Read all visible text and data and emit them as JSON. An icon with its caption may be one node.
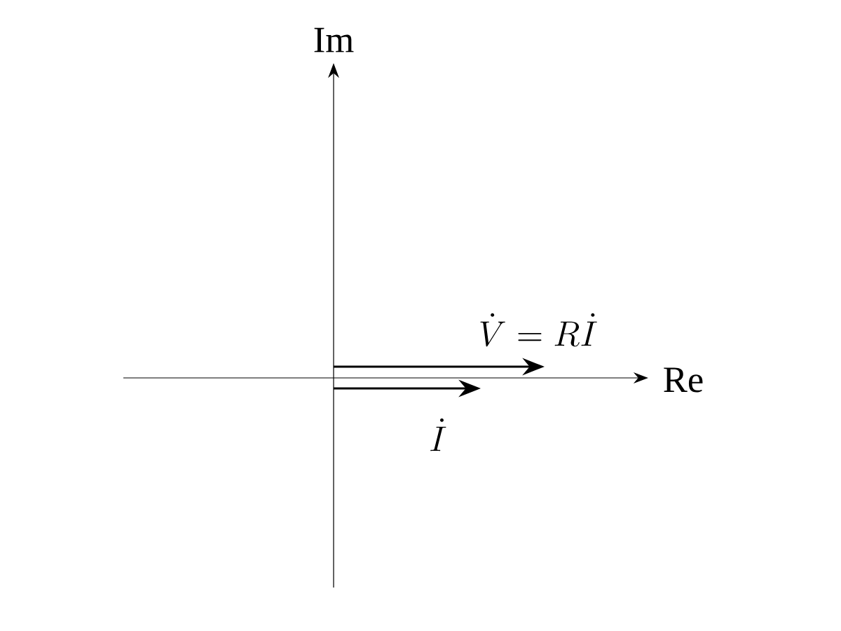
{
  "diagram": {
    "labels": [
      "Im",
      "Re",
      "\\dot{V} = R\\dot{I}",
      "\\dot{I}"
    ]
  }
}
